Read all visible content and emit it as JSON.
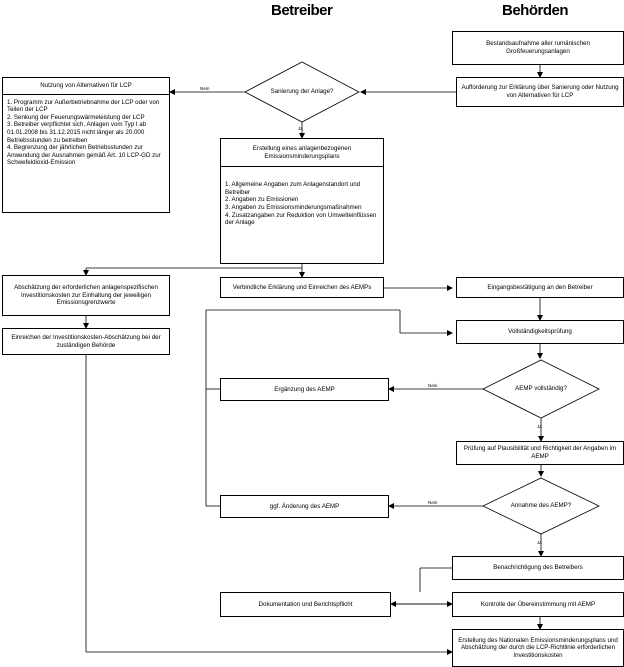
{
  "columns": {
    "operator": "Betreiber",
    "authorities": "Behörden"
  },
  "boxes": {
    "inventory": "Bestandsaufnahme aller rumänischen Großfeuerungsanlagen",
    "request": "Aufforderung zur Erklärung über Sanierung oder Nutzung von Alternativen für LCP",
    "alternatives_title": "Nutzung von Alternativen für LCP",
    "alternatives_items": [
      "1. Programm zur Außerbetriebnahme der LCP oder von Teilen der LCP",
      "2. Senkung der Feuerungswärmeleistung der LCP",
      "3. Betreiber verpflichtet sich, Anlagen vom Typ I ab 01.01.2008 bis 31.12.2015 nicht länger als 20.000 Betriebsstunden zu betreiben",
      "4. Begrenzung der jährlichen Betriebsstunden zur Anwendung der Ausnahmen gemäß Art. 10 LCP-GD zur Schwefeldioxid-Emission"
    ],
    "plan_title": "Erstellung eines anlagenbezogenen Emissionsminderungsplans",
    "plan_items": [
      "1. Allgemeine Angaben zum Anlagenstandort und Betreiber",
      "2. Angaben zu Emissionen",
      "3. Angaben zu Emissionsminderungsmaßnahmen",
      "4. Zusatzangaben zur Reduktion von Umwelteinflüssen der Anlage"
    ],
    "estimate": "Abschätzung der erforderlichen anlagenspezifischen Investitionskosten zur Einhaltung der jeweiligen Emissionsgrenzwerte",
    "submit_estimate": "Einreichen der Investitionskosten-Abschätzung bei der zuständigen Behörde",
    "binding": "Verbindliche Erklärung und Einreichen des AEMPs",
    "receipt": "Eingangsbestätigung an den Betreiber",
    "completeness": "Vollständigkeitsprüfung",
    "supplement": "Ergänzung des AEMP",
    "plausibility": "Prüfung auf Plausibilität und Richtigkeit der Angaben im AEMP",
    "change": "ggf. Änderung des AEMP",
    "notify": "Benachrichtigung des Betreibers",
    "documentation": "Dokumentation und Berichtspflicht",
    "control": "Kontrolle der Übereinstimmung mit AEMP",
    "national": "Erstellung des Nationalen Emissionsminderungsplans und Abschätzung der durch die LCP-Richtlinie erforderlichen Investitionskosten"
  },
  "decisions": {
    "rehab": "Sanierung der Anlage?",
    "complete": "AEMP vollständig?",
    "accept": "Annahme des AEMP?"
  },
  "labels": {
    "yes": "Ja",
    "no": "Nein"
  }
}
